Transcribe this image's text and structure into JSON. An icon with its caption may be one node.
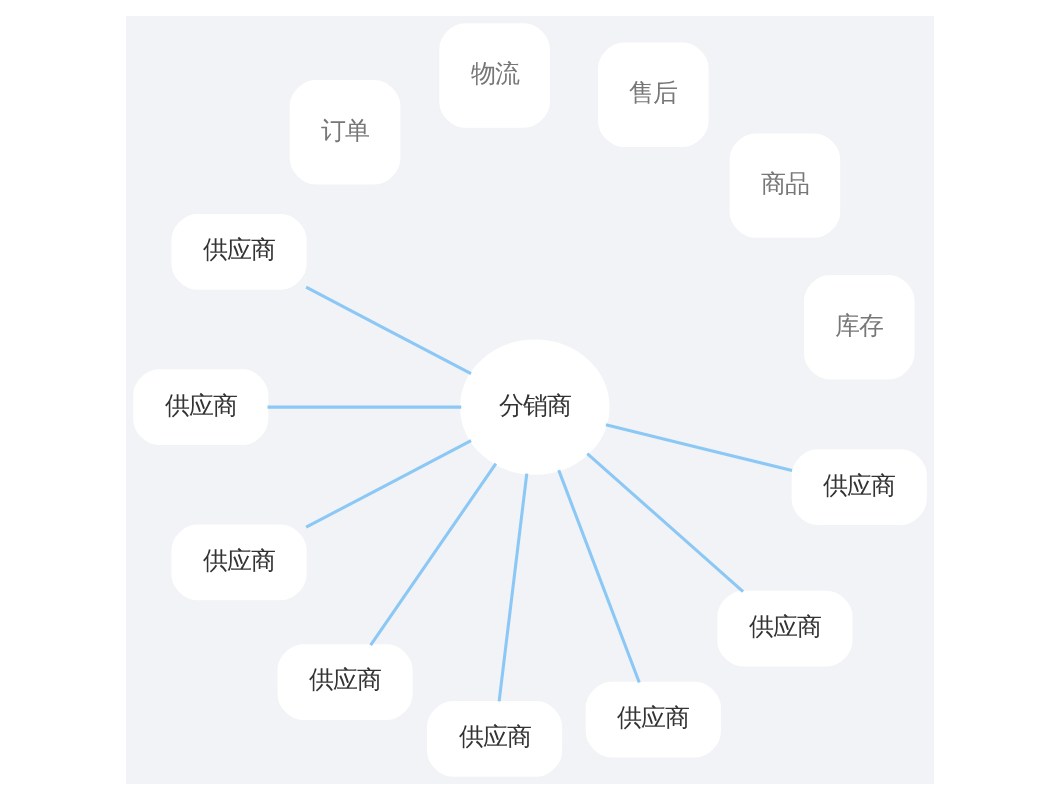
{
  "diagram": {
    "nodes": [
      {
        "text": [
          "供应商"
        ]
      },
      {
        "text": [
          "库存"
        ]
      },
      {
        "text": [
          "供应商"
        ]
      },
      {
        "text": [
          "商品"
        ]
      },
      {
        "text": [
          "售后"
        ]
      },
      {
        "text": [
          "供应商"
        ]
      },
      {
        "text": [
          "供应商"
        ]
      },
      {
        "text": [
          "分销商"
        ]
      },
      {
        "text": [
          "供应商"
        ]
      },
      {
        "text": [
          "供应商"
        ]
      },
      {
        "text": [
          "物流"
        ]
      },
      {
        "text": [
          "订单"
        ]
      },
      {
        "text": [
          "供应商"
        ]
      },
      {
        "text": [
          "供应商"
        ]
      }
    ],
    "edges": [
      {
        "from": 0,
        "to": 7,
        "arrow": "none"
      },
      {
        "from": 5,
        "to": 7,
        "arrow": "none"
      },
      {
        "from": 8,
        "to": 7,
        "arrow": "none"
      },
      {
        "from": 12,
        "to": 7,
        "arrow": "none"
      },
      {
        "from": 2,
        "to": 7,
        "arrow": "none"
      },
      {
        "from": 6,
        "to": 7,
        "arrow": "none"
      },
      {
        "from": 9,
        "to": 7,
        "arrow": "none"
      },
      {
        "from": 13,
        "to": 7,
        "arrow": "none"
      }
    ]
  }
}
